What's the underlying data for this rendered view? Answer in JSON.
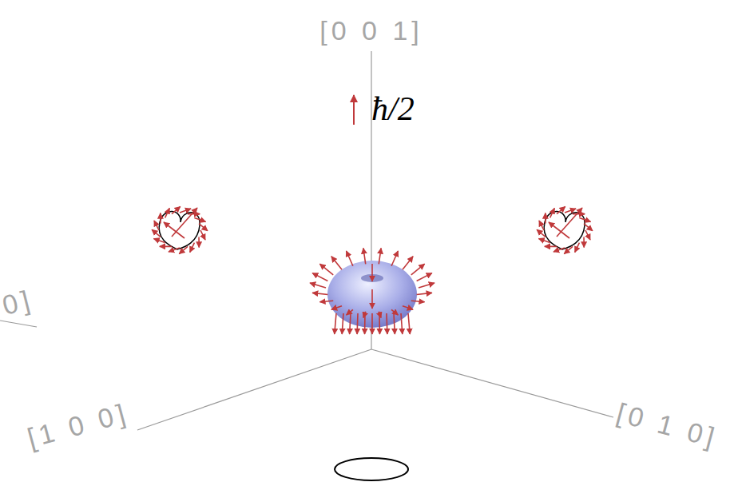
{
  "diagram": {
    "labels": [
      "[0 0 1]",
      "ħ/2",
      "0]",
      "[1 0 0]",
      "[0 1 0]"
    ]
  }
}
